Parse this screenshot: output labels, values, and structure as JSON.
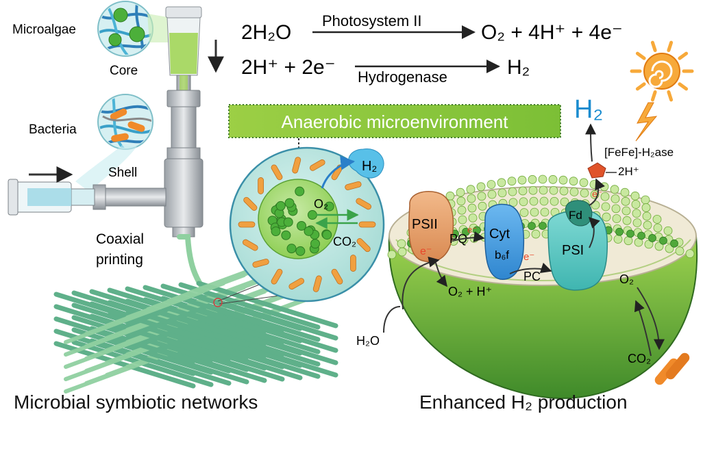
{
  "left_panel": {
    "labels": {
      "microalgae": "Microalgae",
      "core": "Core",
      "bacteria": "Bacteria",
      "shell": "Shell",
      "coaxial_line1": "Coaxial",
      "coaxial_line2": "printing"
    },
    "caption": "Microbial symbiotic networks"
  },
  "equations": {
    "eq1": {
      "left": "2H₂O",
      "enzyme": "Photosystem II",
      "right": "O₂ + 4H⁺ + 4e⁻"
    },
    "eq2": {
      "left": "2H⁺ + 2e⁻",
      "enzyme": "Hydrogenase",
      "right": "H₂"
    }
  },
  "middle": {
    "banner": "Anaerobic microenvironment",
    "h2_bubble": "H₂",
    "o2": "O₂",
    "co2": "CO₂"
  },
  "right_panel": {
    "h2_big": "H₂",
    "hydrogenase": "[FeFe]-H₂ase",
    "two_h_plus": "2H⁺",
    "psii": "PSII",
    "pq": "PQ",
    "cyt_line1": "Cyt",
    "cyt_line2": "b₆f",
    "pc": "PC",
    "psi": "PSI",
    "fd": "Fd",
    "electron": "e⁻",
    "o2_h": "O₂ + H⁺",
    "o2": "O₂",
    "h2o": "H₂O",
    "co2": "CO₂",
    "caption": "Enhanced H₂ production"
  },
  "colors": {
    "green_dark": "#3f8a2a",
    "green_light": "#8fcf55",
    "teal": "#4fc4c0",
    "blue": "#3a9de0",
    "orange": "#e89a3c",
    "banner": "#8bc53f",
    "h2_blue": "#1a8ccf"
  }
}
